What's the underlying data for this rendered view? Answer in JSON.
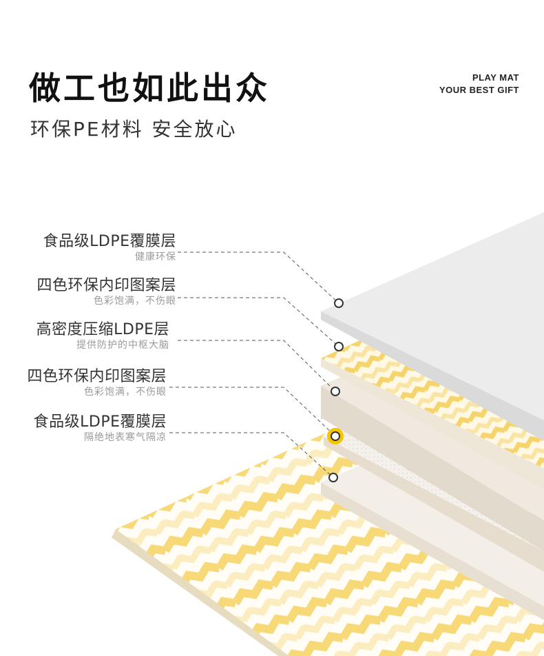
{
  "header": {
    "title": "做工也如此出众",
    "subtitle": "环保PE材料 安全放心",
    "brand_line1": "PLAY MAT",
    "brand_line2": "YOUR BEST GIFT"
  },
  "layers": [
    {
      "name": "食品级LDPE覆膜层",
      "desc": "健康环保"
    },
    {
      "name": "四色环保内印图案层",
      "desc": "色彩饱满，不伤眼"
    },
    {
      "name": "高密度压缩LDPE层",
      "desc": "提供防护的中枢大脑"
    },
    {
      "name": "四色环保内印图案层",
      "desc": "色彩饱满，不伤眼"
    },
    {
      "name": "食品级LDPE覆膜层",
      "desc": "隔绝地表寒气隔凉"
    }
  ],
  "colors": {
    "film": "#e9e9e9",
    "pattern_yellow": "#f7d978",
    "pattern_light": "#fbedc0",
    "foam": "#e6dfd2",
    "base_edge": "#d9c79a",
    "marker_active": "#f2c500"
  }
}
